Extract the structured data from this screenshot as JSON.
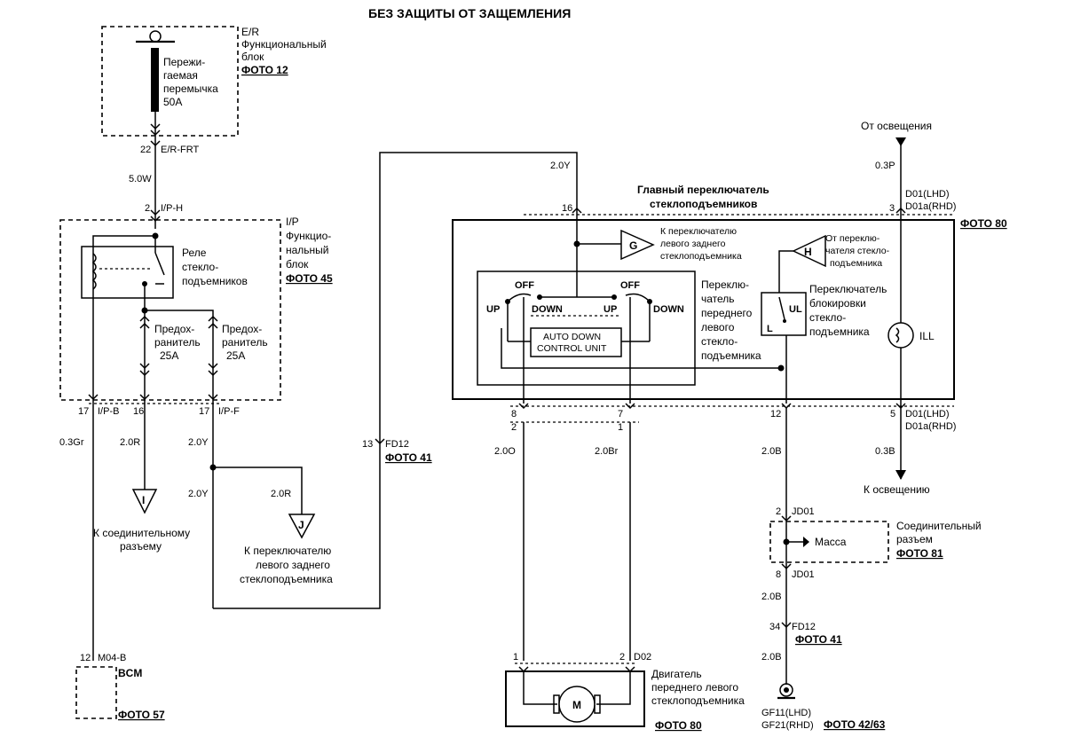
{
  "title": "БЕЗ ЗАЩИТЫ ОТ ЗАЩЕМЛЕНИЯ",
  "er_box": {
    "label_1": "E/R",
    "label_2": "Функциональный",
    "label_3": "блок",
    "photo": "ФОТО 12",
    "fuse_1": "Пережи-",
    "fuse_2": "гаемая",
    "fuse_3": "перемычка",
    "fuse_4": "50A"
  },
  "conn_er": {
    "pin": "22",
    "name": "E/R-FRT"
  },
  "wire_50w": "5.0W",
  "conn_iph": {
    "pin": "2",
    "name": "I/P-H"
  },
  "ip_box": {
    "label_1": "I/P",
    "label_2": "Функцио-",
    "label_3": "нальный",
    "label_4": "блок",
    "photo": "ФОТО 45",
    "relay_1": "Реле",
    "relay_2": "стекло-",
    "relay_3": "подъемников",
    "fuse_a_1": "Предох-",
    "fuse_a_2": "ранитель",
    "fuse_a_3": "25A",
    "fuse_b_1": "Предох-",
    "fuse_b_2": "ранитель",
    "fuse_b_3": "25A"
  },
  "conn_ipb": {
    "pin": "17",
    "name": "I/P-B"
  },
  "conn_16": "16",
  "conn_ipf": {
    "pin": "17",
    "name": "I/P-F"
  },
  "wires_left": {
    "w1": "0.3Gr",
    "w2": "2.0R",
    "w3": "2.0Y",
    "w4": "2.0Y",
    "w5": "2.0R"
  },
  "conn_i": {
    "letter": "I",
    "text_1": "К соединительному",
    "text_2": "разъему"
  },
  "conn_j": {
    "letter": "J",
    "text_1": "К переключателю",
    "text_2": "левого заднего",
    "text_3": "стеклоподъемника"
  },
  "bcm": {
    "pin": "12",
    "conn": "M04-B",
    "label": "BCM",
    "photo": "ФОТО 57"
  },
  "fd12_a": {
    "pin": "13",
    "name": "FD12",
    "photo": "ФОТО 41"
  },
  "wire_20y_top": "2.0Y",
  "main_switch": {
    "title_1": "Главный переключатель",
    "title_2": "стеклоподъемников",
    "photo": "ФОТО 80",
    "pin_16": "16",
    "g_letter": "G",
    "g_text_1": "К переключателю",
    "g_text_2": "левого заднего",
    "g_text_3": "стеклоподъемника",
    "h_letter": "H",
    "h_text_1": "От переклю-",
    "h_text_2": "чателя стекло-",
    "h_text_3": "подъемника",
    "off_1": "OFF",
    "off_2": "OFF",
    "up_1": "UP",
    "down_1": "DOWN",
    "up_2": "UP",
    "down_2": "DOWN",
    "auto_1": "AUTO DOWN",
    "auto_2": "CONTROL UNIT",
    "sw_1": "Переклю-",
    "sw_2": "чатель",
    "sw_3": "переднего",
    "sw_4": "левого",
    "sw_5": "стекло-",
    "sw_6": "подъемника",
    "lock_1": "Переключатель",
    "lock_2": "блокировки",
    "lock_3": "стекло-",
    "lock_4": "подъемника",
    "ul": "UL",
    "l": "L",
    "ill": "ILL"
  },
  "lighting_in": {
    "text": "От освещения",
    "wire": "0.3P",
    "conn_1": "D01(LHD)",
    "conn_2": "D01a(RHD)",
    "pin": "3"
  },
  "lighting_out": {
    "pin": "5",
    "conn_1": "D01(LHD)",
    "conn_2": "D01a(RHD)",
    "wire": "0.3B",
    "text": "К освещению"
  },
  "pins_bottom": {
    "p8": "8",
    "p2": "2",
    "p7": "7",
    "p1": "1",
    "p12": "12"
  },
  "wires_mid": {
    "w_20o": "2.0O",
    "w_20br": "2.0Br",
    "w_20b": "2.0B"
  },
  "jd01": {
    "pin_top": "2",
    "name_top": "JD01",
    "mass": "Масса",
    "label_1": "Соединительный",
    "label_2": "разъем",
    "photo": "ФОТО 81",
    "pin_bot": "8",
    "name_bot": "JD01"
  },
  "wire_20b_2": "2.0B",
  "fd12_b": {
    "pin": "34",
    "name": "FD12",
    "photo": "ФОТО 41"
  },
  "wire_20b_3": "2.0B",
  "ground": {
    "g1": "GF11(LHD)",
    "g2": "GF21(RHD)",
    "photo": "ФОТО 42/63"
  },
  "motor": {
    "pin_1": "1",
    "pin_2": "2",
    "conn": "D02",
    "symbol": "M",
    "label_1": "Двигатель",
    "label_2": "переднего левого",
    "label_3": "стеклоподъемника",
    "photo": "ФОТО 80"
  }
}
